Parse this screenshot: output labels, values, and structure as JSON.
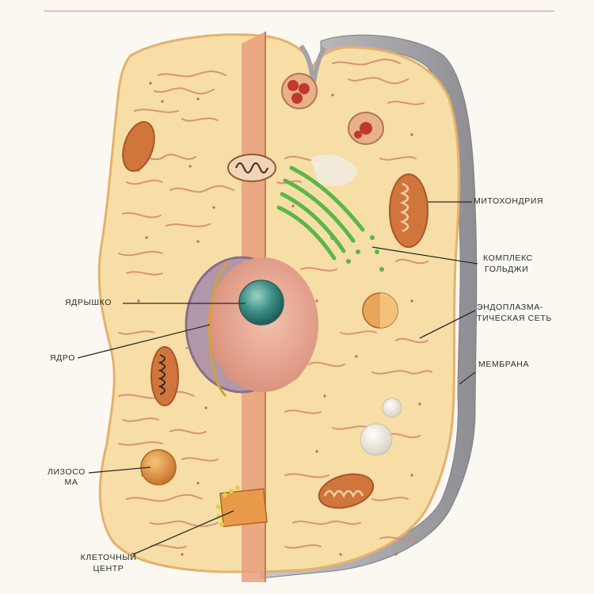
{
  "figure": {
    "colors": {
      "cytoplasm": "#f6dea6",
      "cytoplasm_edge": "#e6b16d",
      "membrane": "#a3a3a6",
      "section_strip": "#e7a07c",
      "er": "#d98a6d",
      "mitochondria": "#d0763c",
      "golgi": "#5cb64a",
      "nucleus": "#eaa792",
      "nuclear_envelope": "#8a6d8e",
      "nucleolus": "#3c8f86",
      "lysosome": "#e0953e",
      "leader_line": "#2b2b2b"
    }
  },
  "labels": {
    "mitochondria": "МИТОХОНДРИЯ",
    "golgi_line1": "КОМПЛЕКС",
    "golgi_line2": "ГОЛЬДЖИ",
    "er_line1": "ЭНДОПЛАЗМА-",
    "er_line2": "ТИЧЕСКАЯ СЕТЬ",
    "membrane": "МЕМБРАНА",
    "nucleolus": "ЯДРЫШКО",
    "nucleus": "ЯДРО",
    "lysosome_line1": "ЛИЗОСО",
    "lysosome_line2": "МА",
    "centrosome_line1": "КЛЕТОЧНЫЙ",
    "centrosome_line2": "ЦЕНТР"
  }
}
